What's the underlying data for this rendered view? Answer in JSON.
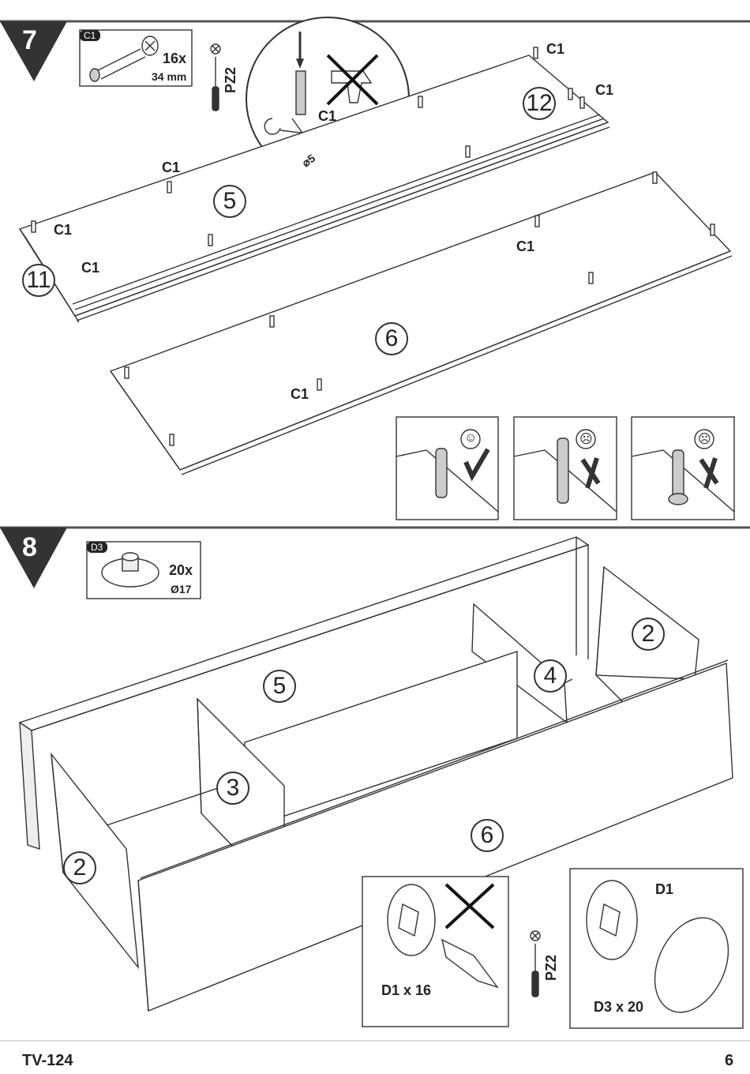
{
  "step7": {
    "number": "7",
    "part": {
      "code": "C1",
      "quantity": "16x",
      "size": "34 mm"
    },
    "tool": "PZ2",
    "detail": {
      "label": "C1",
      "diameter": "⌀5"
    },
    "labels": [
      "C1",
      "C1",
      "C1",
      "C1",
      "C1",
      "C1",
      "C1"
    ],
    "panels": [
      "12",
      "5",
      "11",
      "6"
    ],
    "checks": [
      {
        "result": "correct",
        "face": "smile"
      },
      {
        "result": "wrong",
        "face": "frown"
      },
      {
        "result": "wrong",
        "face": "frown"
      }
    ]
  },
  "step8": {
    "number": "8",
    "part": {
      "code": "D3",
      "quantity": "20x",
      "size": "Ø17"
    },
    "panels": [
      "5",
      "2",
      "4",
      "3",
      "2",
      "6"
    ],
    "tool": "PZ2",
    "box1": {
      "caption": "D1 x 16"
    },
    "box2": {
      "part_label": "D1",
      "caption": "D3 x 20"
    }
  },
  "footer": {
    "model": "TV-124",
    "page": "6"
  },
  "colors": {
    "ink": "#333333",
    "header_bar": "#444444",
    "tag_bg": "#222222"
  }
}
